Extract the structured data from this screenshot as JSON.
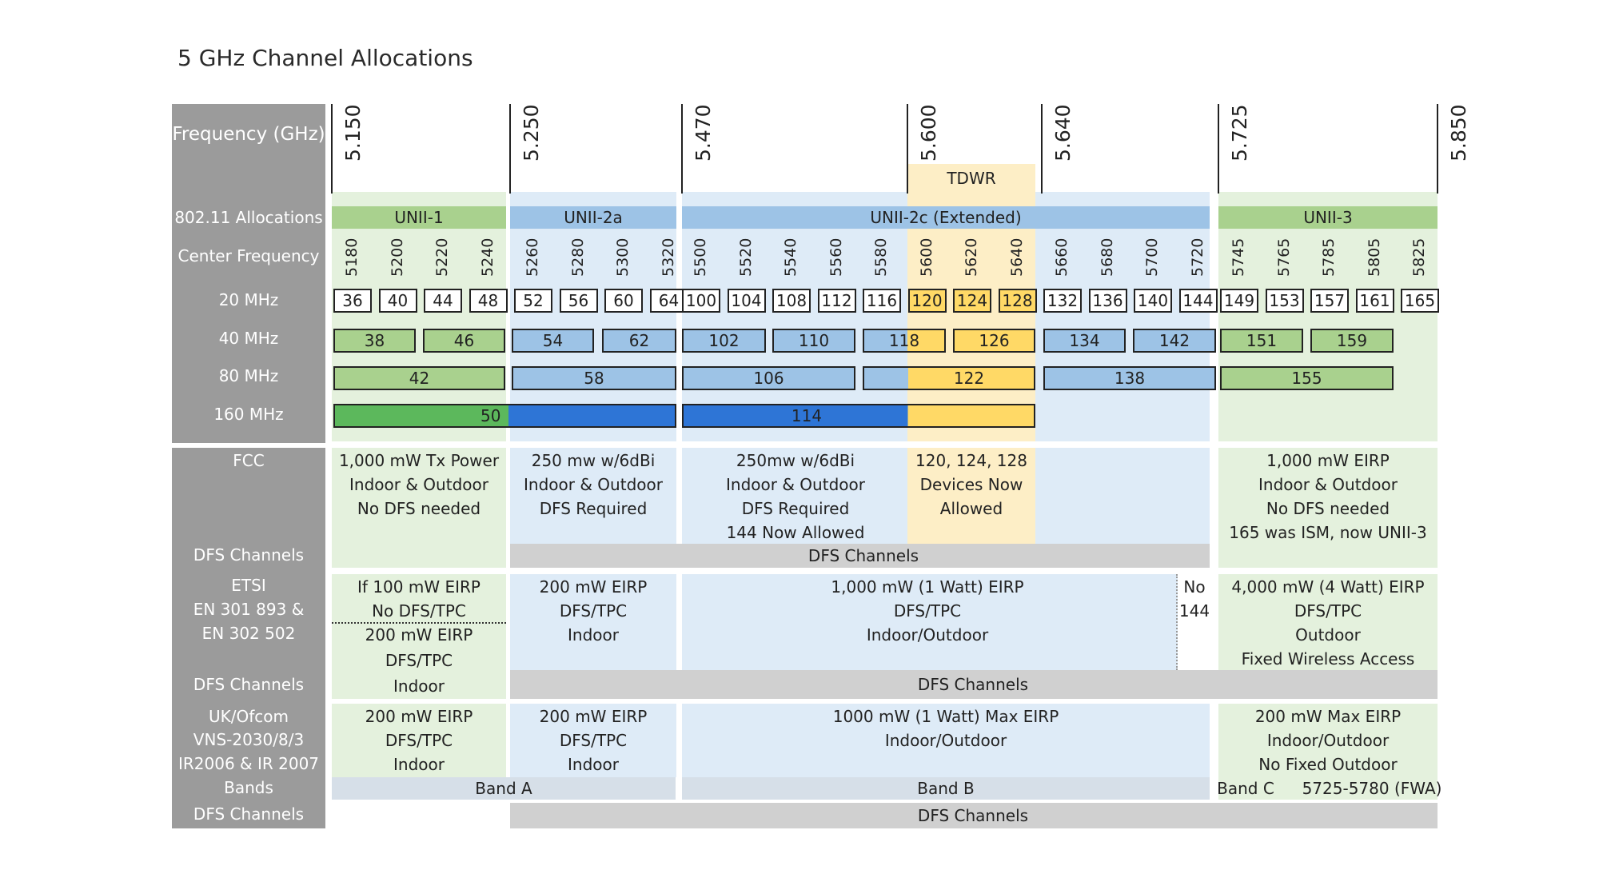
{
  "title": "5 GHz Channel Allocations",
  "colors": {
    "label_bg": "#9b9b9b",
    "green_light": "#e4f1dd",
    "green_mid": "#a9d18e",
    "green_dark": "#5cb85c",
    "blue_light": "#deebf7",
    "blue_mid": "#9dc3e6",
    "blue_dark": "#2e75d6",
    "yellow_light": "#fdeec6",
    "yellow_mid": "#ffd966",
    "gray_band": "#d0d0d0"
  },
  "row_labels": {
    "frequency": "Frequency (GHz)",
    "allocations": "802.11 Allocations",
    "center_frequency": "Center Frequency",
    "mhz20": "20 MHz",
    "mhz40": "40 MHz",
    "mhz80": "80 MHz",
    "mhz160": "160 MHz",
    "fcc": "FCC",
    "fcc_dfs": "DFS Channels",
    "etsi_1": "ETSI",
    "etsi_2": "EN 301 893 &",
    "etsi_3": "EN 302 502",
    "etsi_dfs": "DFS Channels",
    "uk_1": "UK/Ofcom",
    "uk_2": "VNS-2030/8/3",
    "uk_3": "IR2006 & IR 2007",
    "uk_bands": "Bands",
    "uk_dfs": "DFS Channels"
  },
  "frequency_markers": [
    "5.150",
    "5.250",
    "5.470",
    "5.600",
    "5.640",
    "5.725",
    "5.850"
  ],
  "tdwr": "TDWR",
  "allocations": [
    "UNII-1",
    "UNII-2a",
    "UNII-2c (Extended)",
    "UNII-3"
  ],
  "center_frequencies": [
    "5180",
    "5200",
    "5220",
    "5240",
    "5260",
    "5280",
    "5300",
    "5320",
    "5500",
    "5520",
    "5540",
    "5560",
    "5580",
    "5600",
    "5620",
    "5640",
    "5660",
    "5680",
    "5700",
    "5720",
    "5745",
    "5765",
    "5785",
    "5805",
    "5825"
  ],
  "channels_20": [
    "36",
    "40",
    "44",
    "48",
    "52",
    "56",
    "60",
    "64",
    "100",
    "104",
    "108",
    "112",
    "116",
    "120",
    "124",
    "128",
    "132",
    "136",
    "140",
    "144",
    "149",
    "153",
    "157",
    "161",
    "165"
  ],
  "channels_40": [
    "38",
    "46",
    "54",
    "62",
    "102",
    "110",
    "118",
    "126",
    "134",
    "142",
    "151",
    "159"
  ],
  "channels_80": [
    "42",
    "58",
    "106",
    "122",
    "138",
    "155"
  ],
  "channels_160": [
    "50",
    "114"
  ],
  "fcc": {
    "unii1": [
      "1,000 mW Tx Power",
      "Indoor & Outdoor",
      "No DFS needed"
    ],
    "unii2a": [
      "250 mw w/6dBi",
      "Indoor & Outdoor",
      "DFS Required"
    ],
    "unii2c": [
      "250mw w/6dBi",
      "Indoor & Outdoor",
      "DFS Required",
      "144 Now Allowed"
    ],
    "tdwr": [
      "120, 124, 128",
      "Devices Now",
      "Allowed"
    ],
    "unii3": [
      "1,000 mW EIRP",
      "Indoor & Outdoor",
      "No DFS needed",
      "165 was ISM, now UNII-3"
    ],
    "dfs": "DFS Channels"
  },
  "etsi": {
    "unii1_top": [
      "If 100 mW EIRP",
      "No DFS/TPC"
    ],
    "unii1_bottom": [
      "200 mW EIRP",
      "DFS/TPC",
      "Indoor"
    ],
    "unii2a": [
      "200 mW EIRP",
      "DFS/TPC",
      "Indoor"
    ],
    "unii2c": [
      "1,000 mW (1 Watt) EIRP",
      "DFS/TPC",
      "Indoor/Outdoor"
    ],
    "no144": [
      "No",
      "144"
    ],
    "unii3": [
      "4,000 mW (4 Watt) EIRP",
      "DFS/TPC",
      "Outdoor",
      "Fixed Wireless Access"
    ],
    "dfs": "DFS Channels"
  },
  "uk": {
    "unii1": [
      "200 mW EIRP",
      "DFS/TPC",
      "Indoor"
    ],
    "unii2a": [
      "200 mW EIRP",
      "DFS/TPC",
      "Indoor"
    ],
    "unii2c": [
      "1000 mW (1 Watt) Max EIRP",
      "Indoor/Outdoor"
    ],
    "unii3": [
      "200 mW Max EIRP",
      "Indoor/Outdoor",
      "No Fixed Outdoor"
    ],
    "band_a": "Band A",
    "band_b": "Band B",
    "band_c": "Band C",
    "band_c_range": "5725-5780 (FWA)",
    "dfs": "DFS Channels"
  }
}
